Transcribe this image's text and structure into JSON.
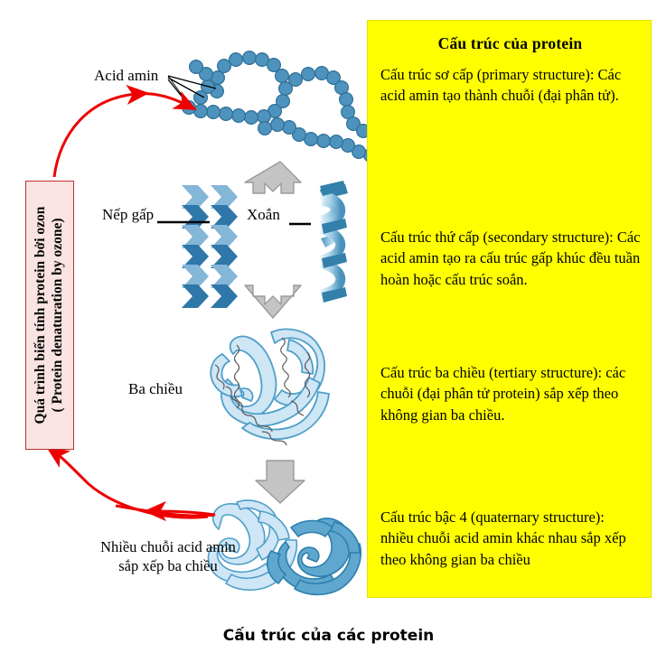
{
  "figure": {
    "caption": "Cấu trúc của các protein",
    "background_color": "#ffffff"
  },
  "info_panel": {
    "background_color": "#ffff00",
    "title": "Cấu trúc của protein",
    "paragraphs": [
      {
        "id": "primary",
        "text": "Cấu trúc sơ cấp (primary structure): Các acid amin tạo thành chuỗi (đại phân tử)."
      },
      {
        "id": "secondary",
        "text": "Cấu trúc thứ cấp (secondary structure): Các acid amin tạo ra cấu trúc gấp khúc đều tuần hoàn hoặc cấu trúc soắn."
      },
      {
        "id": "tertiary",
        "text": "Cấu trúc ba chiều (tertiary structure): các chuỗi (đại phân tử protein) sắp xếp theo không gian ba chiều."
      },
      {
        "id": "quaternary",
        "text": "Cấu trúc bậc 4 (quaternary structure): nhiều chuỗi acid amin khác nhau sắp xếp theo không gian ba chiều"
      }
    ]
  },
  "denaturation_box": {
    "line1": "Quá trình biến tính protein bởi ozon",
    "line2": "( Protein denaturation by ozone)",
    "fill_color": "#fae3e3",
    "border_color": "#c03030"
  },
  "diagram_labels": {
    "acid_amin": "Acid amin",
    "beta_sheet": "Nếp gấp",
    "alpha_helix": "Xoắn",
    "tertiary": "Ba chiều",
    "quaternary": "Nhiều chuỗi acid amin sắp xếp ba chiều"
  },
  "colors": {
    "bead_fill": "#4e93bd",
    "bead_stroke": "#2e6f96",
    "sheet_light": "#84b6d8",
    "sheet_dark": "#2f77a9",
    "helix_dark": "#3380ab",
    "helix_light": "#cfe4f2",
    "tertiary_fill": "#cfe6f5",
    "tertiary_stroke": "#4f9fc9",
    "quaternary_light": "#cfe6f7",
    "quaternary_mid": "#5fa7cf",
    "arrow_gray": "#bfbfbf",
    "arrow_gray_stroke": "#8c8c8c",
    "red_arrow": "#ee0000"
  }
}
